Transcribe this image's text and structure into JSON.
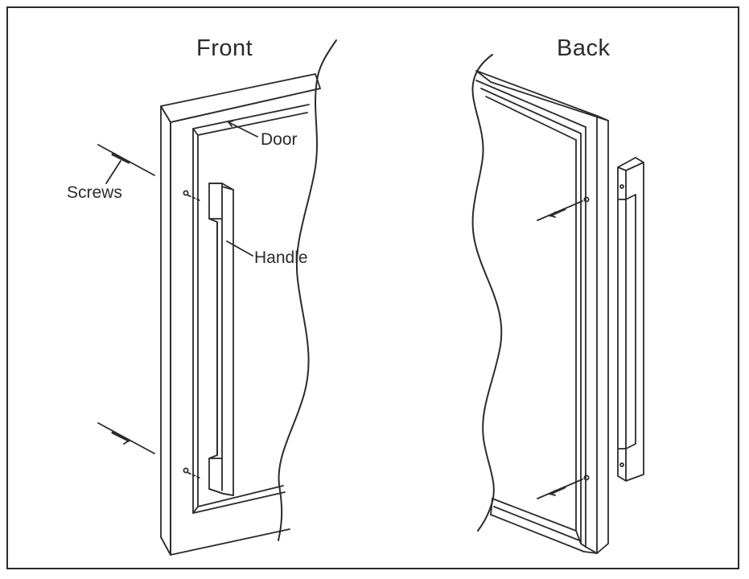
{
  "headings": {
    "front": "Front",
    "back": "Back"
  },
  "callouts": {
    "door": "Door",
    "screws": "Screws",
    "handle": "Handle"
  },
  "colors": {
    "line": "#2b2b2b",
    "background": "#ffffff"
  }
}
